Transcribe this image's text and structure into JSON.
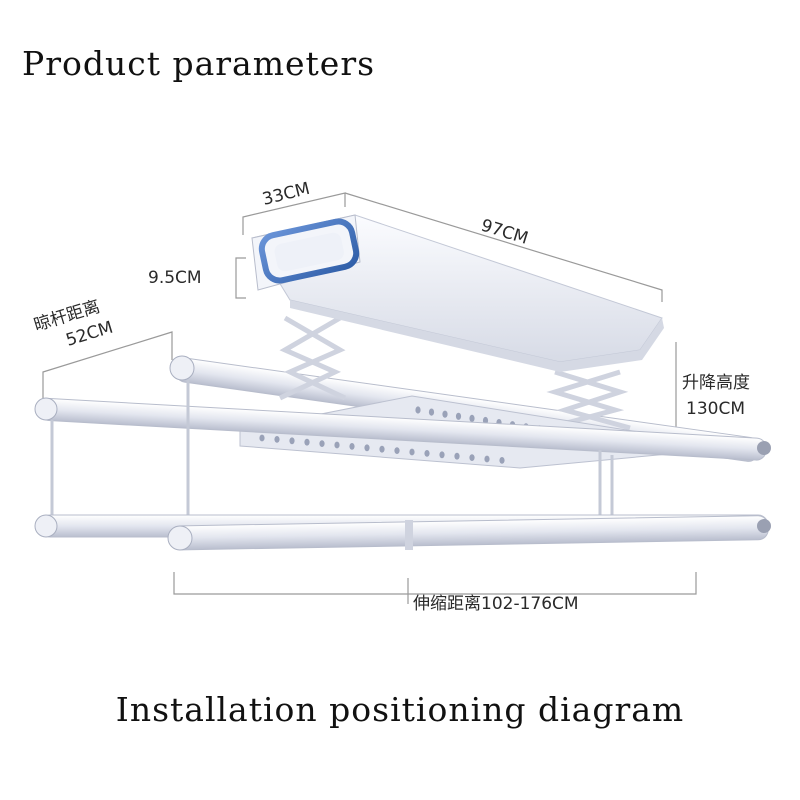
{
  "title": "Product parameters",
  "caption": "Installation positioning diagram",
  "dimensions": {
    "depth": "33CM",
    "length": "97CM",
    "height": "9.5CM",
    "rod_spacing_label": "晾杆距离",
    "rod_spacing_value": "52CM",
    "lift_height_label": "升降高度",
    "lift_height_value": "130CM",
    "telescopic_range": "伸缩距离102-176CM"
  },
  "colors": {
    "frame": "#e8ebf3",
    "frame_shade": "#c9cede",
    "panel_accent": "#4a78c4",
    "dimension_line": "#9a9a9a"
  }
}
